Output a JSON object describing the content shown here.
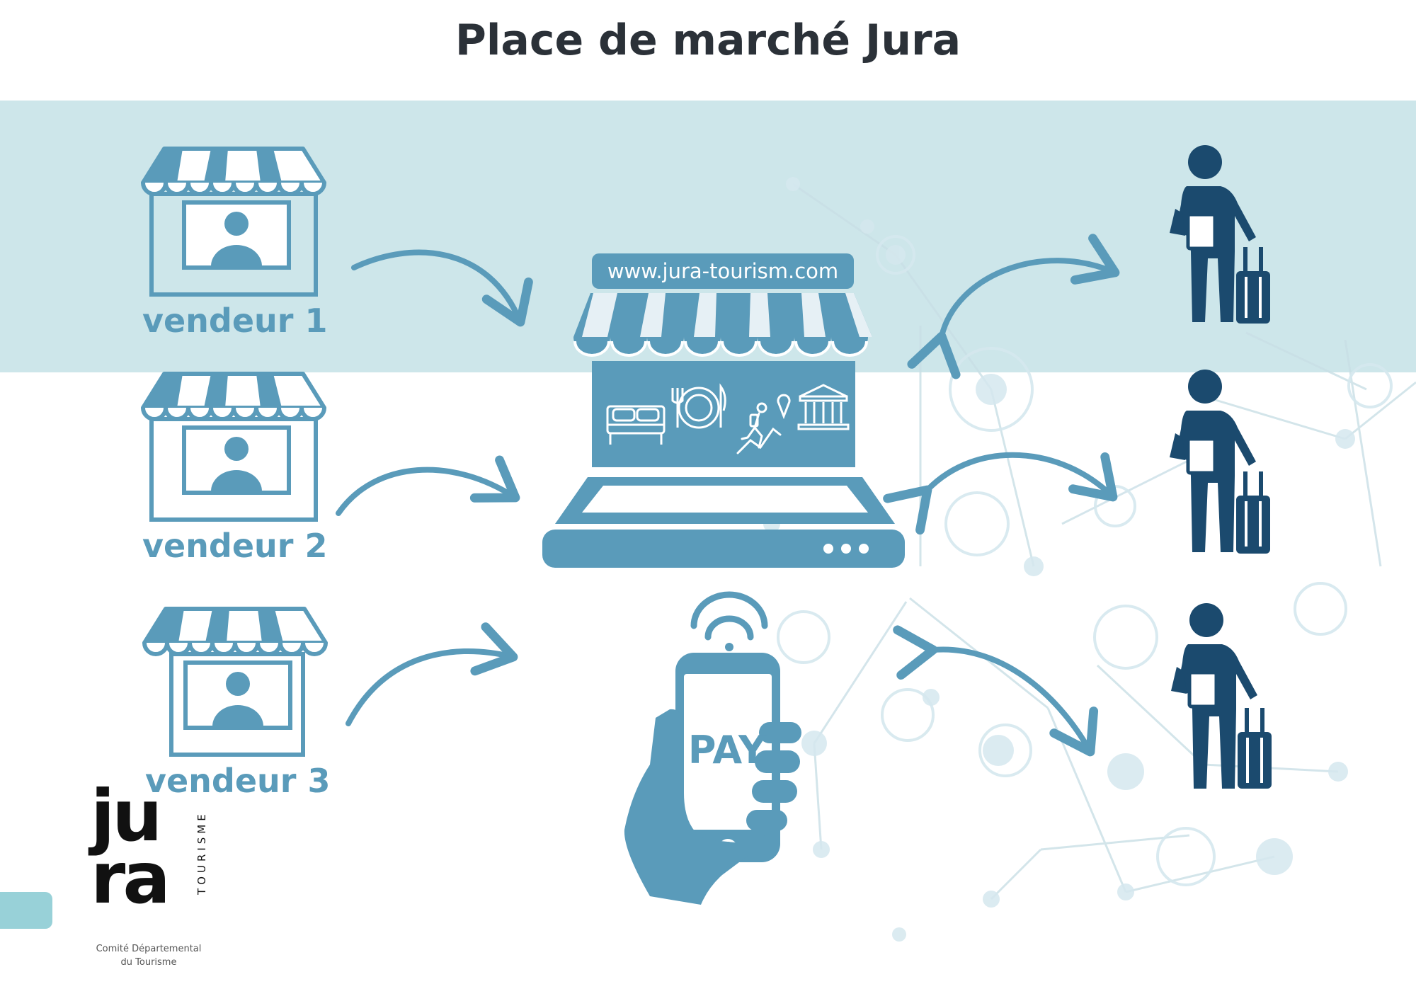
{
  "title": "Place de marché Jura",
  "vendors": [
    {
      "label": "vendeur 1"
    },
    {
      "label": "vendeur 2"
    },
    {
      "label": "vendeur 3"
    }
  ],
  "marketplace": {
    "url": "www.jura-tourism.com",
    "icons": [
      "bed-icon",
      "dining-icon",
      "hiking-icon",
      "museum-icon"
    ]
  },
  "payment": {
    "label": "PAY",
    "icons": [
      "wifi-icon",
      "smartphone-icon",
      "hand-icon"
    ]
  },
  "customers": [
    {
      "icon": "traveler-icon"
    },
    {
      "icon": "traveler-icon"
    },
    {
      "icon": "traveler-icon"
    }
  ],
  "logo": {
    "line1": "ju",
    "line2": "ra",
    "vertical": "TOURISME",
    "subtitle_line1": "Comité Départemental",
    "subtitle_line2": "du Tourisme"
  },
  "colors": {
    "band": "#cde6ea",
    "primary": "#5a9bba",
    "traveler": "#1b4a6e",
    "title": "#2b3138"
  }
}
